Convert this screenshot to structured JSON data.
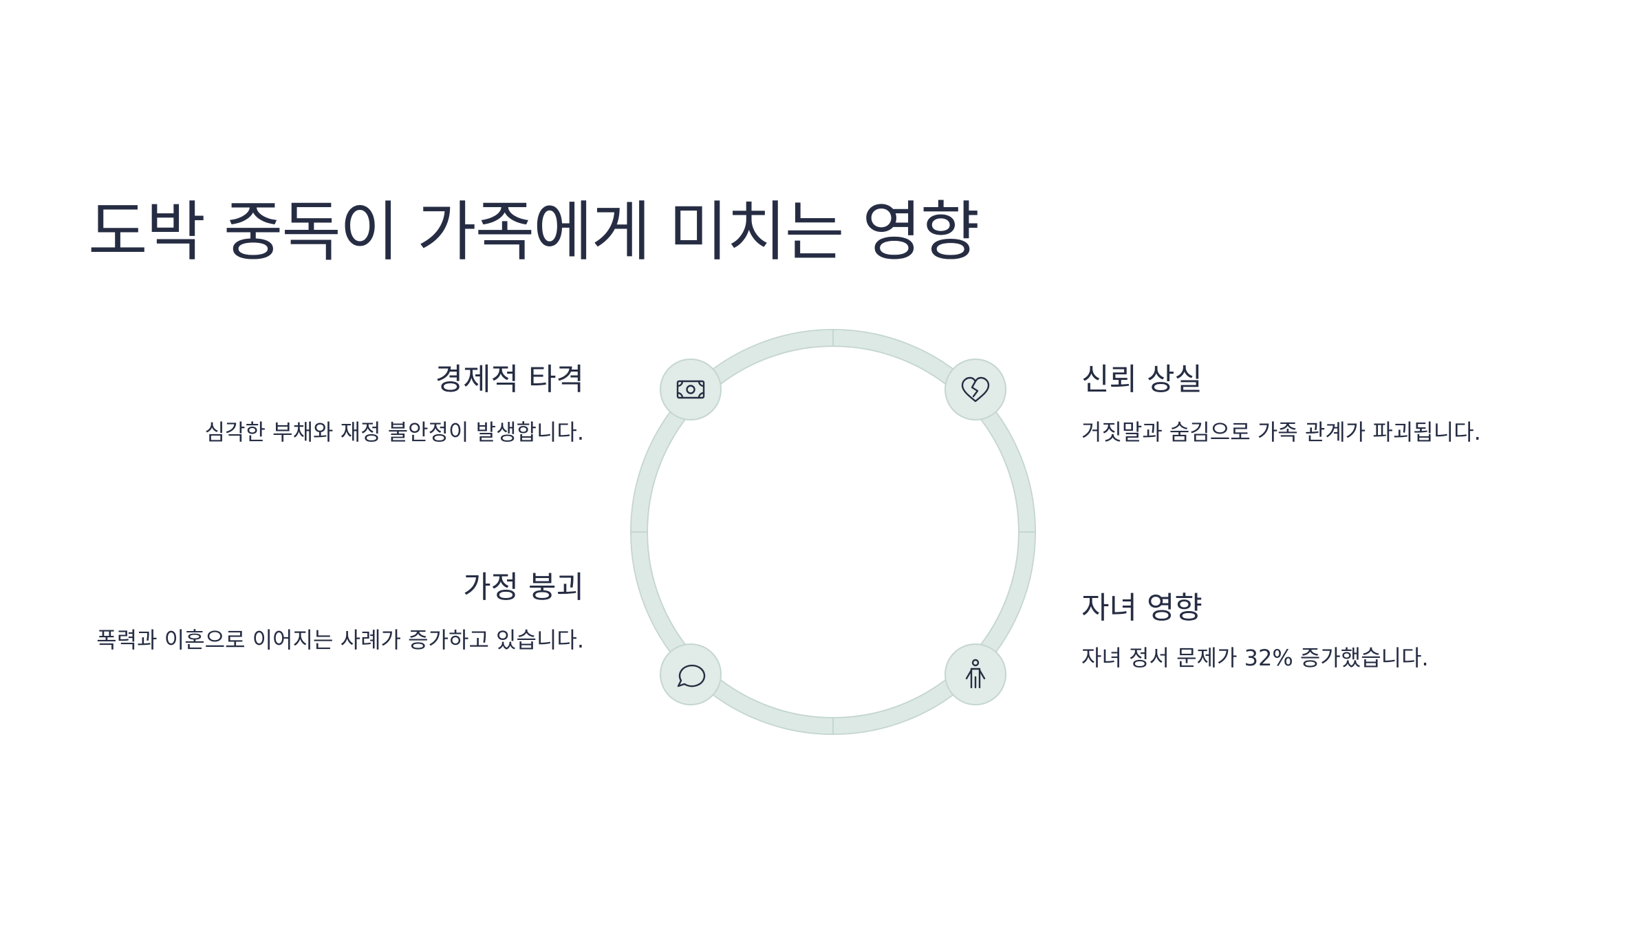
{
  "title": "도박 중독이 가족에게 미치는 영향",
  "colors": {
    "text": "#262d43",
    "ring": "#dde9e5",
    "ring_edge": "#c5d6d0",
    "node_fill": "#e1ebe7"
  },
  "items": [
    {
      "heading": "경제적 타격",
      "description": "심각한 부채와 재정 불안정이 발생합니다.",
      "icon": "money-icon"
    },
    {
      "heading": "신뢰 상실",
      "description": "거짓말과 숨김으로 가족 관계가 파괴됩니다.",
      "icon": "broken-heart-icon"
    },
    {
      "heading": "가정 붕괴",
      "description": "폭력과 이혼으로 이어지는 사례가 증가하고 있습니다.",
      "icon": "speech-bubble-icon"
    },
    {
      "heading": "자녀 영향",
      "description": "자녀 정서 문제가 32% 증가했습니다.",
      "icon": "child-icon"
    }
  ]
}
